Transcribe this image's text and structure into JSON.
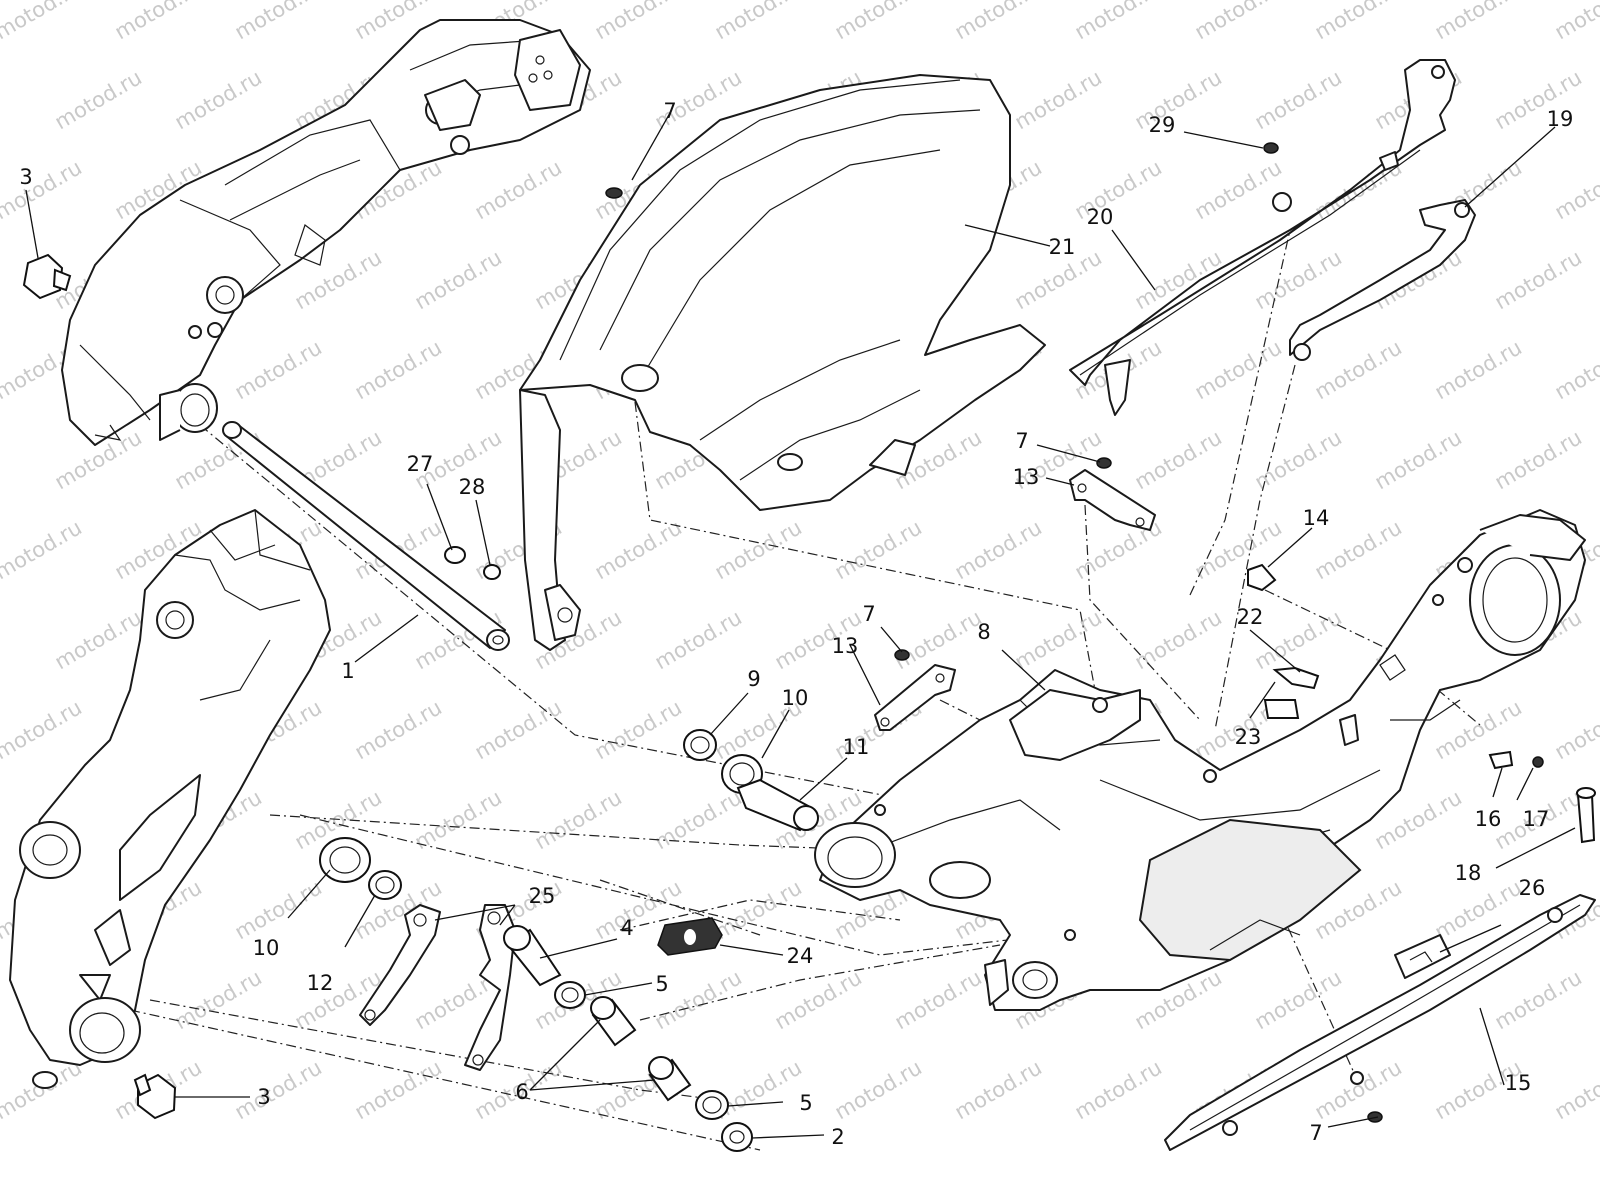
{
  "watermark": {
    "text": "motod.ru",
    "color": "#c9c9c9"
  },
  "callouts": [
    {
      "label": "1"
    },
    {
      "label": "2"
    },
    {
      "label": "3"
    },
    {
      "label": "3"
    },
    {
      "label": "4"
    },
    {
      "label": "5"
    },
    {
      "label": "5"
    },
    {
      "label": "6"
    },
    {
      "label": "7"
    },
    {
      "label": "7"
    },
    {
      "label": "7"
    },
    {
      "label": "7"
    },
    {
      "label": "8"
    },
    {
      "label": "9"
    },
    {
      "label": "10"
    },
    {
      "label": "10"
    },
    {
      "label": "11"
    },
    {
      "label": "12"
    },
    {
      "label": "13"
    },
    {
      "label": "13"
    },
    {
      "label": "14"
    },
    {
      "label": "15"
    },
    {
      "label": "16"
    },
    {
      "label": "17"
    },
    {
      "label": "18"
    },
    {
      "label": "19"
    },
    {
      "label": "20"
    },
    {
      "label": "21"
    },
    {
      "label": "22"
    },
    {
      "label": "23"
    },
    {
      "label": "24"
    },
    {
      "label": "25"
    },
    {
      "label": "26"
    },
    {
      "label": "27"
    },
    {
      "label": "28"
    },
    {
      "label": "29"
    }
  ]
}
